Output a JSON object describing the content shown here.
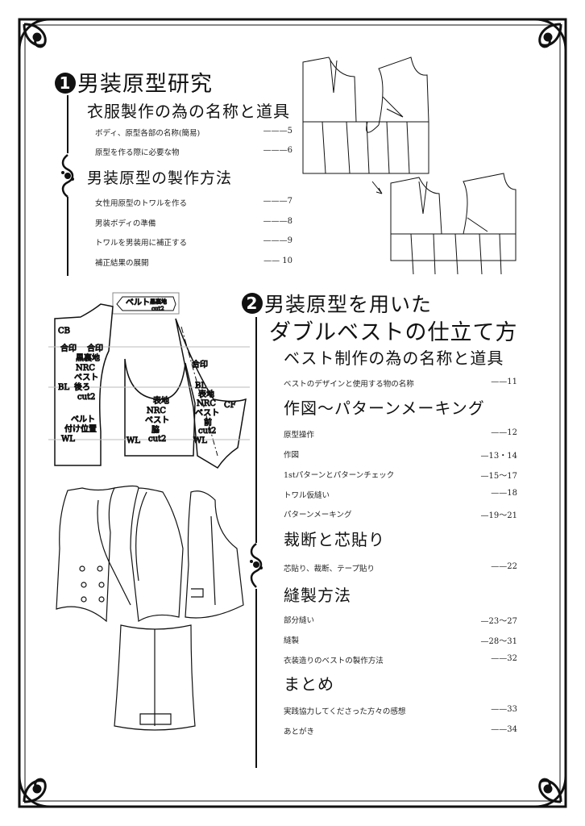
{
  "section1": {
    "number": "1",
    "title": "男装原型研究",
    "groups": [
      {
        "heading": "衣服製作の為の名称と道具",
        "items": [
          {
            "label": "ボディ、原型各部の名称(簡易)",
            "page": "———5"
          },
          {
            "label": "原型を作る際に必要な物",
            "page": "———6"
          }
        ]
      },
      {
        "heading": "男装原型の製作方法",
        "items": [
          {
            "label": "女性用原型のトワルを作る",
            "page": "———7"
          },
          {
            "label": "男装ボディの準備",
            "page": "———8"
          },
          {
            "label": "トワルを男装用に補正する",
            "page": "———9"
          },
          {
            "label": "補正結果の展開",
            "page": "—— 10"
          }
        ]
      }
    ]
  },
  "section2": {
    "number": "2",
    "title_line1": "男装原型を用いた",
    "title_line2": "ダブルベストの仕立て方",
    "groups": [
      {
        "heading": "ベスト制作の為の名称と道具",
        "items": [
          {
            "label": "ベストのデザインと使用する物の名称",
            "page": "——11"
          }
        ]
      },
      {
        "heading": "作図〜パターンメーキング",
        "items": [
          {
            "label": "原型操作",
            "page": "——12"
          },
          {
            "label": "作図",
            "page": "—13・14"
          },
          {
            "label": "1stパターンとパターンチェック",
            "page": "—15〜17"
          },
          {
            "label": "トワル仮縫い",
            "page": "——18"
          },
          {
            "label": "パターンメーキング",
            "page": "—19〜21"
          }
        ]
      },
      {
        "heading": "裁断と芯貼り",
        "items": [
          {
            "label": "芯貼り、裁断、テープ貼り",
            "page": "——22"
          }
        ]
      },
      {
        "heading": "縫製方法",
        "items": [
          {
            "label": "部分縫い",
            "page": "—23〜27"
          },
          {
            "label": "縫製",
            "page": "—28〜31"
          },
          {
            "label": "衣装造りのベストの製作方法",
            "page": "——32"
          }
        ]
      },
      {
        "heading": "まとめ",
        "items": [
          {
            "label": "実践協力してくださった方々の感想",
            "page": "——33"
          },
          {
            "label": "あとがき",
            "page": "——34"
          }
        ]
      }
    ]
  },
  "pattern_labels": {
    "belt": "ベルト",
    "belt_fabric": "黒裏地",
    "belt_cut": "cut2",
    "back": [
      "CB",
      "合印",
      "合印",
      "黒裏地",
      "NRC",
      "ベスト",
      "BL",
      "後ろ",
      "cut2",
      "ベルト",
      "付け位置",
      "WL"
    ],
    "side": [
      "表地",
      "NRC",
      "ベスト",
      "脇",
      "cut2",
      "WL"
    ],
    "front": [
      "合印",
      "BL",
      "表地",
      "NRC",
      "ベスト",
      "前",
      "cut2",
      "CF",
      "WL"
    ]
  }
}
